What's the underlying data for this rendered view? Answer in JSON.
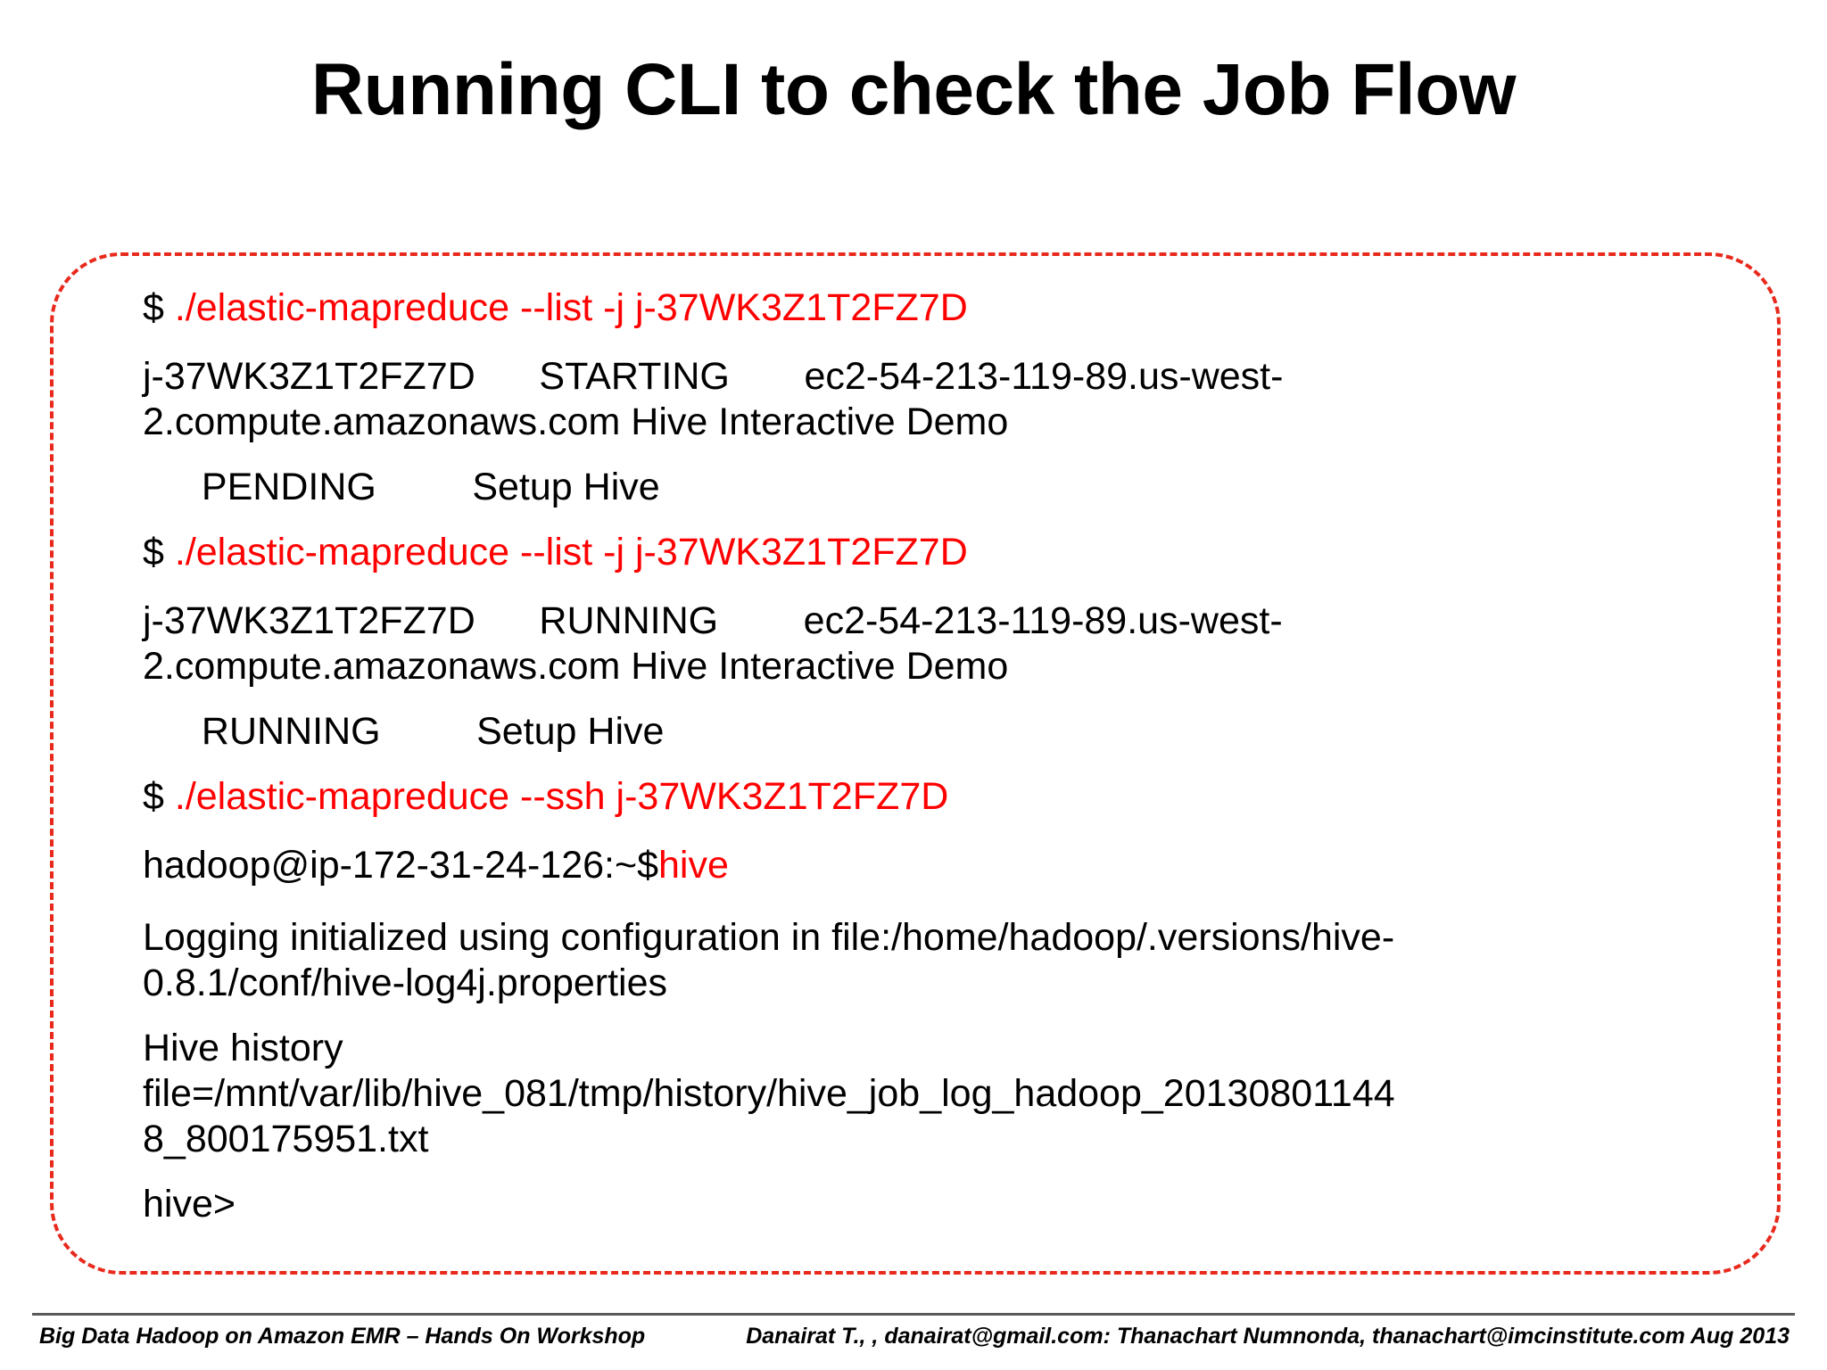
{
  "slide": {
    "title": "Running CLI to check the Job Flow",
    "accent_red": "#ff0000",
    "border_red": "#e8291c",
    "text_black": "#000000"
  },
  "terminal": {
    "lines": [
      {
        "kind": "command",
        "prompt": "$ ",
        "text": "./elastic-mapreduce --list -j j-37WK3Z1T2FZ7D"
      },
      {
        "kind": "output",
        "text": "j-37WK3Z1T2FZ7D      STARTING       ec2-54-213-119-89.us-west-2.compute.amazonaws.com Hive Interactive Demo"
      },
      {
        "kind": "output-indent",
        "text": "  PENDING         Setup Hive"
      },
      {
        "kind": "command",
        "prompt": "$ ",
        "text": "./elastic-mapreduce --list -j j-37WK3Z1T2FZ7D"
      },
      {
        "kind": "output",
        "text": "j-37WK3Z1T2FZ7D      RUNNING        ec2-54-213-119-89.us-west-2.compute.amazonaws.com Hive Interactive Demo"
      },
      {
        "kind": "output-indent",
        "text": "  RUNNING         Setup Hive"
      },
      {
        "kind": "command",
        "prompt": "$ ",
        "text": "./elastic-mapreduce --ssh j-37WK3Z1T2FZ7D"
      },
      {
        "kind": "prompt-with-command",
        "prompt_text": "hadoop@ip-172-31-24-126:~$",
        "typed_command": "hive"
      },
      {
        "kind": "output",
        "text": "Logging initialized using configuration in file:/home/hadoop/.versions/hive-0.8.1/conf/hive-log4j.properties"
      },
      {
        "kind": "output",
        "text": "Hive history file=/mnt/var/lib/hive_081/tmp/history/hive_job_log_hadoop_201308011448_800175951.txt"
      },
      {
        "kind": "output",
        "text": "hive>"
      }
    ]
  },
  "footer": {
    "left": "Big Data Hadoop on Amazon EMR – Hands On Workshop",
    "right": "Danairat T., , danairat@gmail.com:  Thanachart Numnonda,  thanachart@imcinstitute.com   Aug 2013"
  }
}
